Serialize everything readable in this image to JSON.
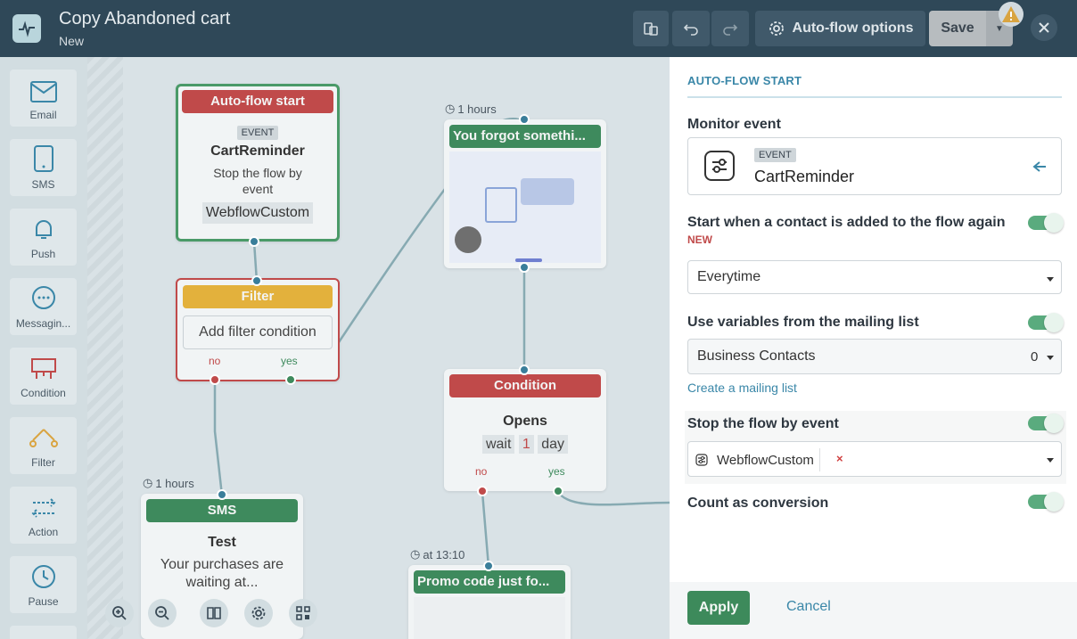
{
  "header": {
    "title": "Copy Abandoned cart",
    "subtitle": "New",
    "options_label": "Auto-flow options",
    "save_label": "Save"
  },
  "palette": [
    {
      "label": "Email"
    },
    {
      "label": "SMS"
    },
    {
      "label": "Push"
    },
    {
      "label": "Messagin..."
    },
    {
      "label": "Condition"
    },
    {
      "label": "Filter"
    },
    {
      "label": "Action"
    },
    {
      "label": "Pause"
    }
  ],
  "canvas": {
    "start": {
      "head": "Auto-flow start",
      "badge": "EVENT",
      "event": "CartReminder",
      "stop_text": "Stop the flow by event",
      "stop_value": "WebflowCustom"
    },
    "filter": {
      "head": "Filter",
      "add": "Add filter condition",
      "no": "no",
      "yes": "yes"
    },
    "email1": {
      "timer": "1 hours",
      "head": "You forgot somethi..."
    },
    "condition": {
      "head": "Condition",
      "line1": "Opens",
      "wait": "wait",
      "num": "1",
      "unit": "day",
      "no": "no",
      "yes": "yes"
    },
    "sms": {
      "timer": "1 hours",
      "head": "SMS",
      "name": "Test",
      "text": "Your purchases are waiting at..."
    },
    "promo": {
      "timer": "at 13:10",
      "head": "Promo code just fo..."
    }
  },
  "panel": {
    "title": "AUTO-FLOW START",
    "monitor_label": "Monitor event",
    "event_badge": "EVENT",
    "event_name": "CartReminder",
    "restart_label": "Start when a contact is added to the flow again",
    "new_badge": "NEW",
    "restart_value": "Everytime",
    "vars_label": "Use variables from the mailing list",
    "list_value": "Business Contacts",
    "list_count": "0",
    "create_link": "Create a mailing list",
    "stop_label": "Stop the flow by event",
    "stop_tag": "WebflowCustom",
    "stop_tag_remove": "×",
    "conversion_label": "Count as conversion",
    "apply": "Apply",
    "cancel": "Cancel"
  },
  "colors": {
    "topbar": "#2f4858",
    "accent": "#3a87a8",
    "green": "#3d8a5b",
    "red": "#c04a4a",
    "yellow": "#e3b13c"
  }
}
